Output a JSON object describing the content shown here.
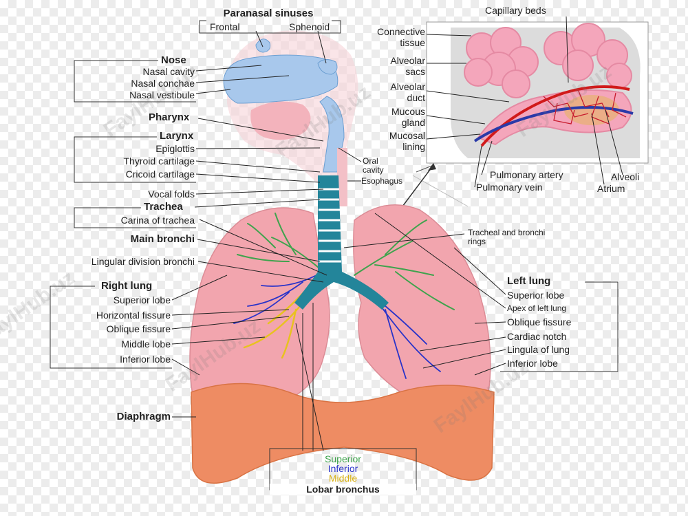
{
  "sinuses": {
    "title": "Paranasal sinuses",
    "frontal": "Frontal",
    "sphenoid": "Sphenoid"
  },
  "nose": {
    "title": "Nose",
    "items": [
      "Nasal cavity",
      "Nasal conchae",
      "Nasal vestibule"
    ]
  },
  "pharynx": "Pharynx",
  "larynx": {
    "title": "Larynx",
    "items": [
      "Epiglottis",
      "Thyroid cartilage",
      "Cricoid cartilage"
    ]
  },
  "vocal_folds": "Vocal folds",
  "trachea": {
    "title": "Trachea",
    "items": [
      "Carina of trachea"
    ]
  },
  "main_bronchi": "Main bronchi",
  "lingular": "Lingular division bronchi",
  "right_lung": {
    "title": "Right lung",
    "items": [
      "Superior lobe",
      "Horizontal fissure",
      "Oblique fissure",
      "Middle lobe",
      "Inferior lobe"
    ]
  },
  "diaphragm": "Diaphragm",
  "lobar": {
    "title": "Lobar bronchus",
    "superior": "Superior",
    "inferior": "Inferior",
    "middle": "Middle"
  },
  "oral_cavity": "Oral\ncavity",
  "esophagus": "Esophagus",
  "tracheal_rings": "Tracheal and bronchi\nrings",
  "left_lung": {
    "title": "Left lung",
    "items": [
      "Superior lobe",
      "Apex of left lung",
      "Oblique fissure",
      "Cardiac notch",
      "Lingula of lung",
      "Inferior lobe"
    ]
  },
  "inset": {
    "capillary": "Capillary beds",
    "connective": "Connective\ntissue",
    "alv_sacs": "Alveolar\nsacs",
    "alv_duct": "Alveolar\nduct",
    "mucous": "Mucous\ngland",
    "mucosal": "Mucosal\nlining",
    "pulm_artery": "Pulmonary artery",
    "pulm_vein": "Pulmonary vein",
    "alveoli": "Alveoli",
    "atrium": "Atrium"
  },
  "watermark": "FaylHub.uz",
  "colors": {
    "lung": "#f2a5ae",
    "diaphragm": "#ee8c63",
    "airway": "#a8c8ec",
    "superior": "#3fa34d",
    "inferior": "#2933c9",
    "middle": "#e8c21f"
  }
}
